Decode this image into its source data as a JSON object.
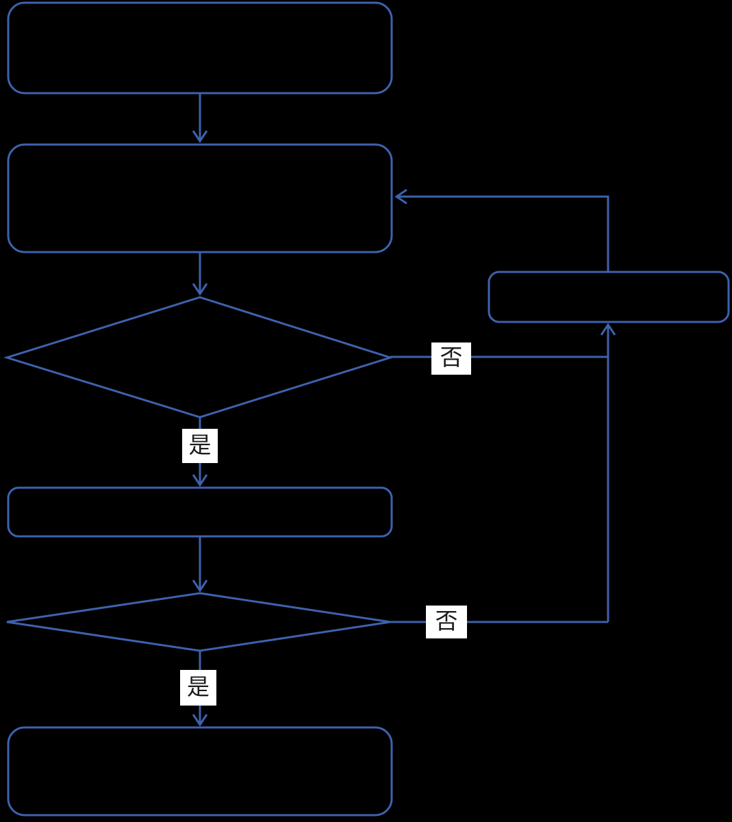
{
  "diagram": {
    "type": "flowchart",
    "background_color": "#000000",
    "stroke_color": "#3e62ae",
    "label_box_color": "#ffffff",
    "label_text_color": "#1c1c1c",
    "nodes": [
      {
        "id": "start",
        "shape": "rounded-rect",
        "label": ""
      },
      {
        "id": "process-1",
        "shape": "rounded-rect",
        "label": ""
      },
      {
        "id": "decision-1",
        "shape": "diamond",
        "label": ""
      },
      {
        "id": "process-2",
        "shape": "rounded-rect",
        "label": ""
      },
      {
        "id": "decision-2",
        "shape": "diamond",
        "label": ""
      },
      {
        "id": "end",
        "shape": "rounded-rect",
        "label": ""
      },
      {
        "id": "loop-return",
        "shape": "rounded-rect",
        "label": ""
      }
    ],
    "edge_labels": {
      "decision1_no": "否",
      "decision1_yes": "是",
      "decision2_no": "否",
      "decision2_yes": "是"
    }
  }
}
